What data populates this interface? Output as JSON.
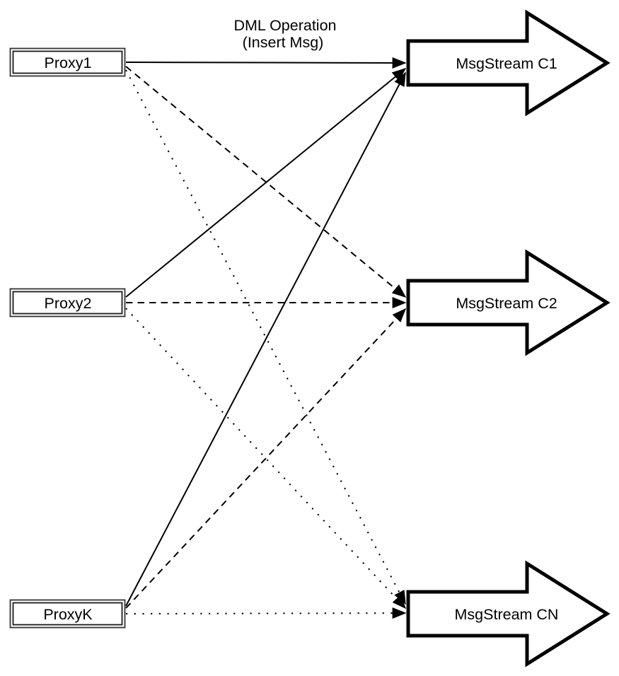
{
  "diagram": {
    "title": {
      "line1": "DML Operation",
      "line2": "(Insert Msg)"
    },
    "proxies": [
      {
        "id": "proxy1",
        "label": "Proxy1"
      },
      {
        "id": "proxy2",
        "label": "Proxy2"
      },
      {
        "id": "proxyk",
        "label": "ProxyK"
      }
    ],
    "streams": [
      {
        "id": "c1",
        "label": "MsgStream C1"
      },
      {
        "id": "c2",
        "label": "MsgStream C2"
      },
      {
        "id": "cn",
        "label": "MsgStream CN"
      }
    ],
    "edges": [
      {
        "from": "Proxy1",
        "to": "MsgStream C1",
        "style": "solid"
      },
      {
        "from": "Proxy2",
        "to": "MsgStream C1",
        "style": "solid"
      },
      {
        "from": "ProxyK",
        "to": "MsgStream C1",
        "style": "solid"
      },
      {
        "from": "Proxy1",
        "to": "MsgStream C2",
        "style": "dashed"
      },
      {
        "from": "Proxy2",
        "to": "MsgStream C2",
        "style": "dashed"
      },
      {
        "from": "ProxyK",
        "to": "MsgStream C2",
        "style": "dashed"
      },
      {
        "from": "Proxy1",
        "to": "MsgStream CN",
        "style": "dotted"
      },
      {
        "from": "Proxy2",
        "to": "MsgStream CN",
        "style": "dotted"
      },
      {
        "from": "ProxyK",
        "to": "MsgStream CN",
        "style": "dotted"
      }
    ],
    "colors": {
      "line": "#000000",
      "shape_fill": "#ffffff",
      "shape_border": "#000000",
      "text": "#000000",
      "background": "#ffffff"
    }
  }
}
